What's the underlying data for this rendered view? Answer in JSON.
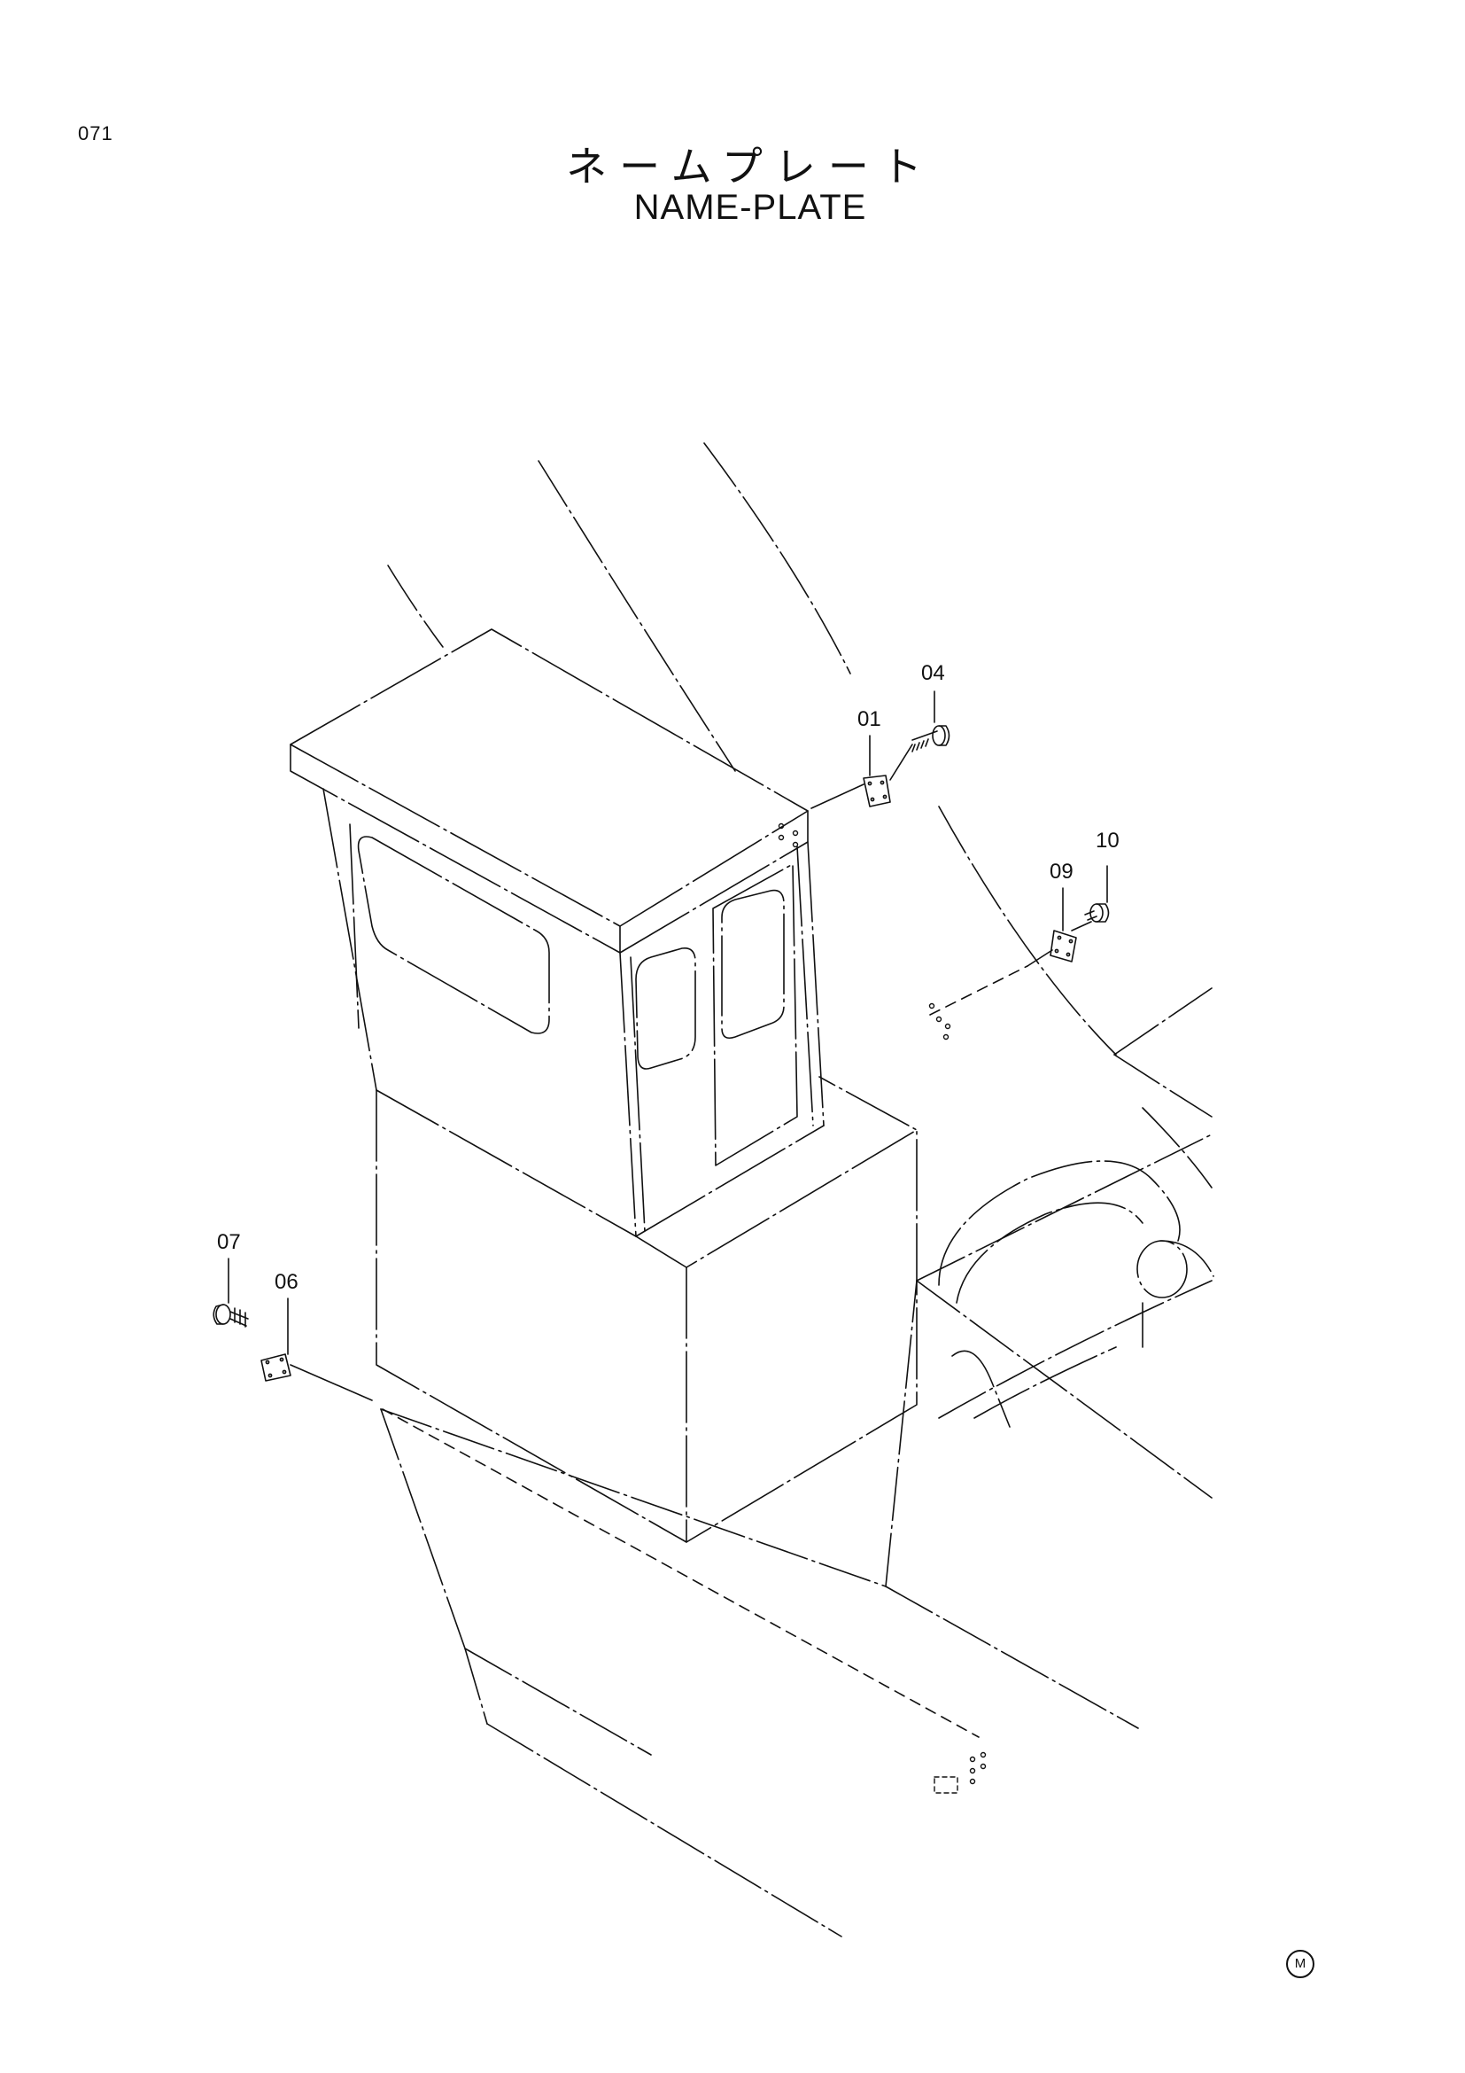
{
  "page_number": "071",
  "title_jp": "ネームプレート",
  "title_en": "NAME-PLATE",
  "callouts": [
    {
      "id": "c01",
      "label": "01"
    },
    {
      "id": "c04",
      "label": "04"
    },
    {
      "id": "c06",
      "label": "06"
    },
    {
      "id": "c07",
      "label": "07"
    },
    {
      "id": "c09",
      "label": "09"
    },
    {
      "id": "c10",
      "label": "10"
    }
  ],
  "corner_mark": "M"
}
